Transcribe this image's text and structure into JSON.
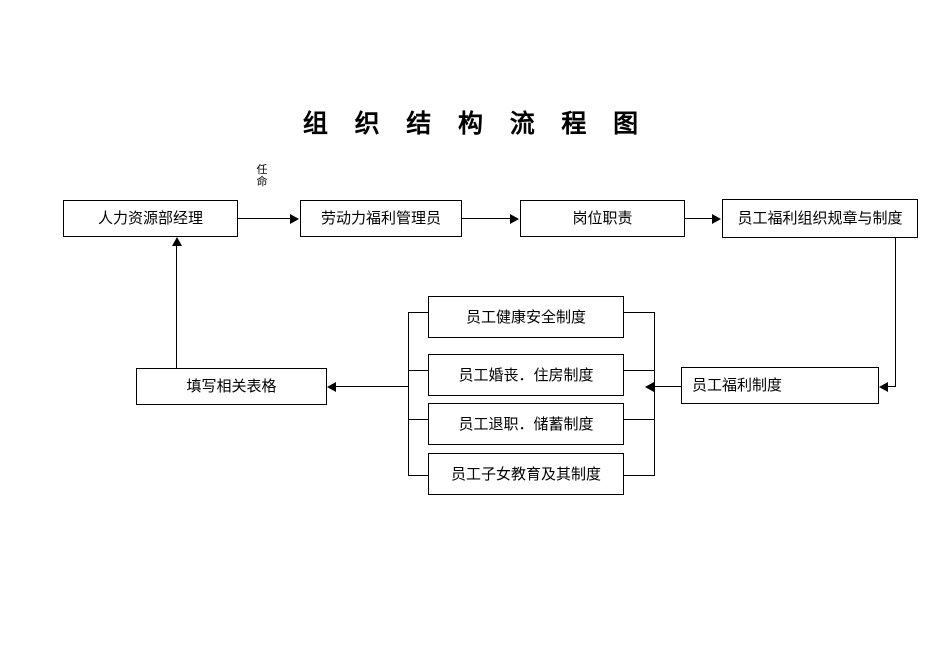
{
  "document": {
    "title": "组 织 结 构 流 程 图"
  },
  "nodes": {
    "hr_manager": "人力资源部经理",
    "labor_welfare_admin": "劳动力福利管理员",
    "job_duties": "岗位职责",
    "welfare_org_rules": "员工福利组织规章与制度",
    "fill_forms": "填写相关表格",
    "employee_welfare_system": "员工福利制度",
    "policies": [
      "员工健康安全制度",
      "员工婚丧．住房制度",
      "员工退职．储蓄制度",
      "员工子女教育及其制度"
    ]
  },
  "edges": {
    "appointment_label": "任命"
  },
  "colors": {
    "line": "#000000",
    "box_border": "#000000",
    "background": "#ffffff",
    "text": "#000000"
  }
}
